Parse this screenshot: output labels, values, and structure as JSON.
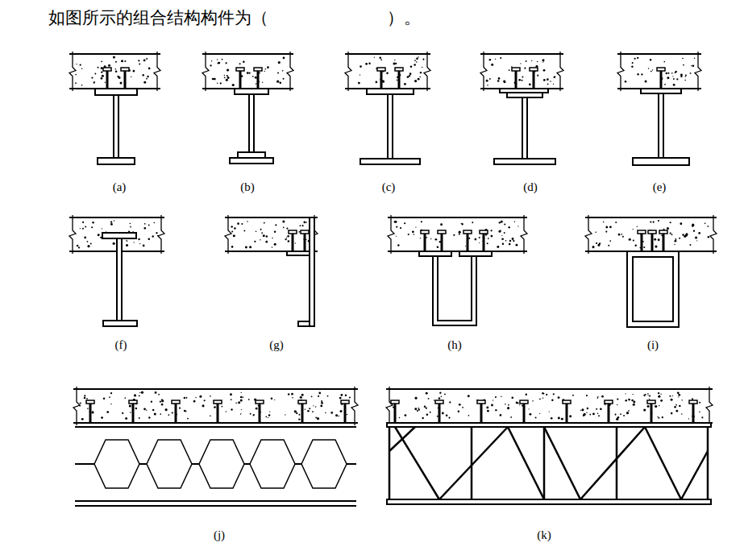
{
  "diagram": {
    "title": "如图所示的组合结构构件为（　　　　　　　）。",
    "labels": [
      "(a)",
      "(b)",
      "(c)",
      "(d)",
      "(e)",
      "(f)",
      "(g)",
      "(h)",
      "(i)",
      "(j)",
      "(k)"
    ]
  }
}
